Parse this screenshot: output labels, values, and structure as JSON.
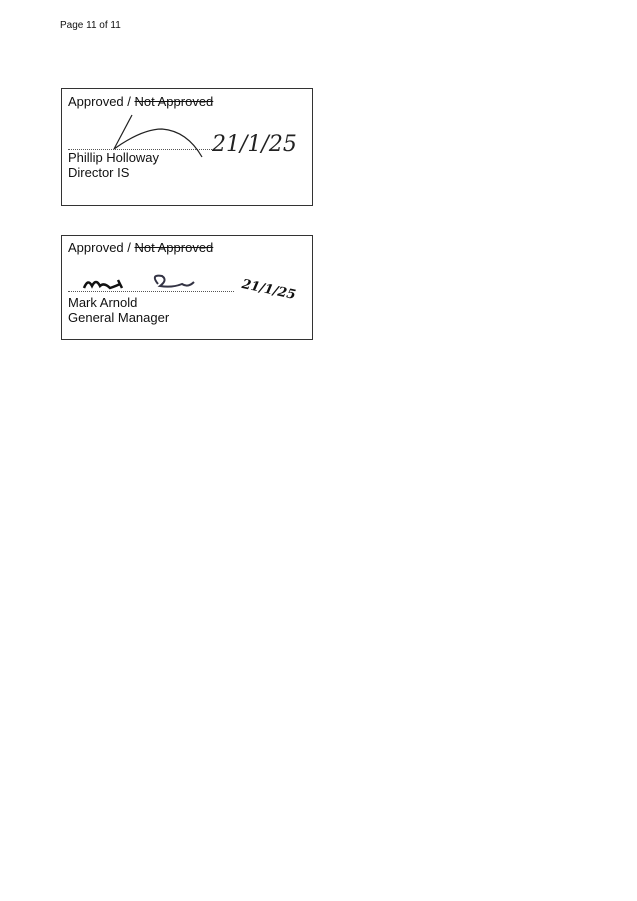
{
  "page_number": "Page 11 of 11",
  "approvals": [
    {
      "approved": "Approved /",
      "not_approved": "Not Approved",
      "name": "Phillip Holloway",
      "title": "Director IS",
      "date": "21/1/25",
      "signature": "handwritten signature"
    },
    {
      "approved": "Approved /",
      "not_approved": "Not Approved",
      "name": "Mark Arnold",
      "title": "General Manager",
      "date": "21/1/25",
      "signature": "handwritten signature"
    }
  ]
}
